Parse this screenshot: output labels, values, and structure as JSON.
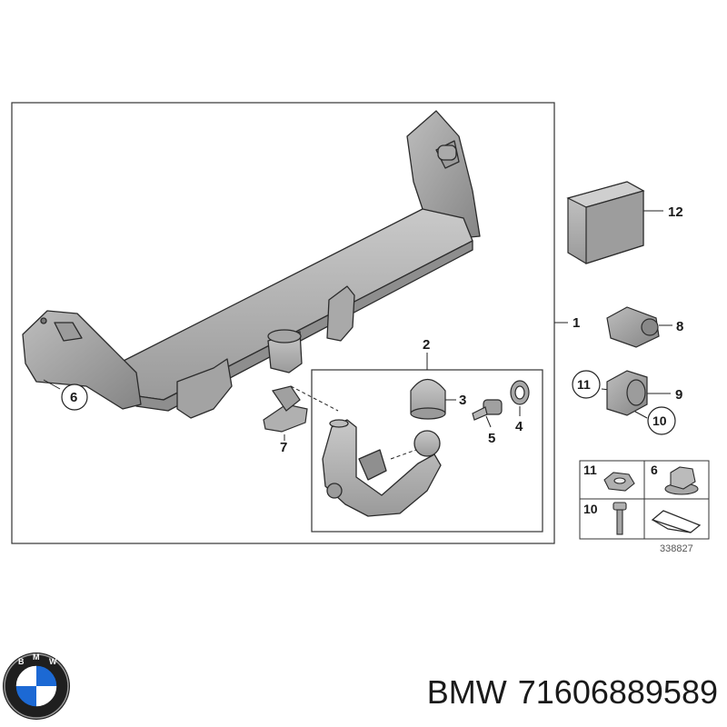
{
  "callouts": {
    "c1": "1",
    "c2": "2",
    "c3": "3",
    "c4": "4",
    "c5": "5",
    "c6": "6",
    "c7": "7",
    "c8": "8",
    "c9": "9",
    "c10": "10",
    "c11": "11",
    "c12": "12"
  },
  "legend": {
    "l11": "11",
    "l6": "6",
    "l10": "10"
  },
  "drawing_number": "338827",
  "caption": {
    "brand": "BMW",
    "part_number": "71606889589"
  },
  "colors": {
    "part_fill": "#b4b4b4",
    "part_shade": "#8f8f8f",
    "outline": "#2b2b2b",
    "bmw_blue": "#1c69d4"
  }
}
